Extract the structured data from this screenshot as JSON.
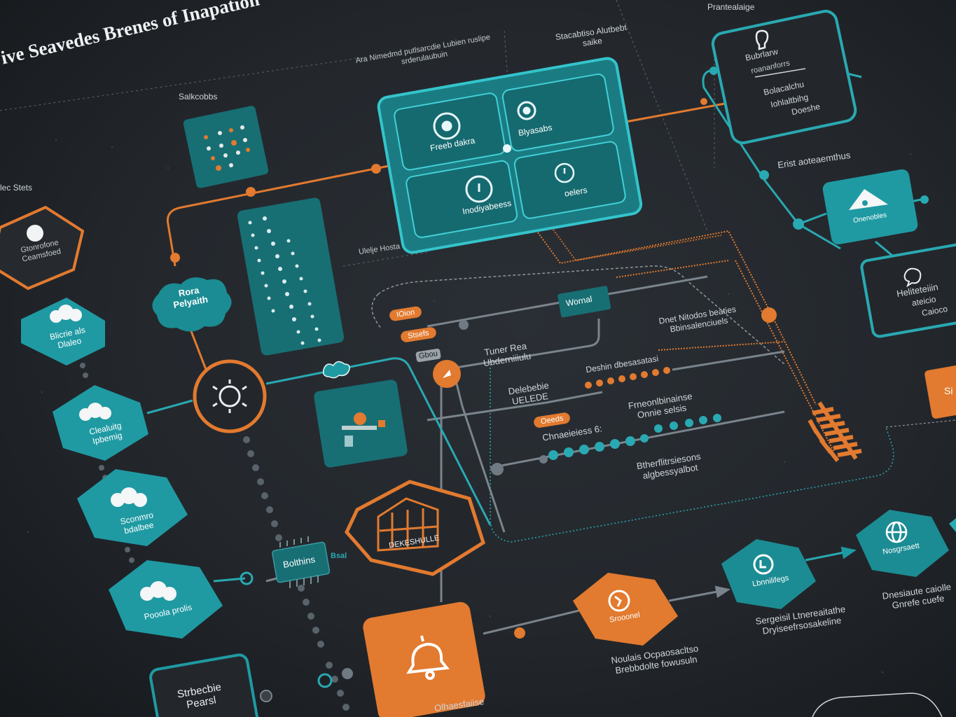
{
  "title": "ive Seavedes Brenes of Inapation",
  "colors": {
    "background": "#23272c",
    "teal": "#1f9aa3",
    "teal_dark": "#176f74",
    "orange": "#e27a2f",
    "grid": "#6d767d"
  },
  "header_labels": {
    "top_right": "Prantealaige",
    "top_center": "Stacabtiso Alutbebt saike",
    "top_left_caption": "Ara Nimedmd putlsarcdie Lubien ruslipe srderulaubuin",
    "samples_label": "Salkcobbs",
    "left_label": "lec Stets",
    "mid_dashed_label": "Ulelje Hosta",
    "right_section": "Erist aoteaemthus"
  },
  "central_panel": {
    "tiles": [
      {
        "label": "Freeb dakra",
        "icon": "target-icon"
      },
      {
        "label": "Blyasabs",
        "icon": "user-icon"
      },
      {
        "label": "Inodiyabeess",
        "icon": "timer-icon"
      },
      {
        "label": "oelers",
        "icon": "clock-icon"
      }
    ]
  },
  "right_cards": [
    {
      "lines": [
        "Bubrlarw",
        "roananforrs",
        "Bolacalchu",
        "Iohlaltbihg",
        "Doeshe"
      ],
      "icon": "flask-icon"
    },
    {
      "lines": [
        "Onenobles"
      ],
      "icon": "warning-icon"
    },
    {
      "lines": [
        "Heliteteiiin",
        "ateicio",
        "Caioco"
      ],
      "icon": "chat-icon"
    }
  ],
  "left_hexes": [
    {
      "label": "Gtonrofone Ceamsfoed",
      "style": "outline"
    },
    {
      "label": "Blicrie als Dlaleo",
      "style": "teal"
    },
    {
      "label": "Clealuitg Ipbemig",
      "style": "teal"
    },
    {
      "label": "Sconmro bdalbee",
      "style": "teal"
    },
    {
      "label": "Pooola prolis",
      "style": "teal"
    }
  ],
  "left_nodes": {
    "blob": "Rora Pelyaith",
    "bottom_card": "Strbecbie Pearsl",
    "gear_chip": "Bolthins",
    "gear_chip_tag": "Bsal"
  },
  "house_hex": "DEKESHULLE",
  "middle_pills": [
    "IOion",
    "Stsefs",
    "Oeeds"
  ],
  "middle_tags": {
    "chip": "Gbou",
    "wornal": "Wornal"
  },
  "middle_texts": {
    "t1": "Tuner Rea Ubderniiiulu",
    "t2": "Delebebie UELEDE",
    "t3": "Deshin dbesasatasi",
    "t4": "Dnet Nitodos beaties Bbinsalenciuels",
    "t5": "Frneonlbinainse Onnie selsis",
    "t6": "Chnaeieiess 6:",
    "t7": "Btherflitrsiesons algbessyalbot"
  },
  "bottom_flow": [
    {
      "label": "",
      "caption": "Olhaesfaiise",
      "icon": "bell-icon",
      "style": "orange"
    },
    {
      "label": "Srooonel",
      "caption": "Noulais Ocpaosacltso Brebbdolte fowusuln",
      "icon": "hand-icon",
      "style": "orange"
    },
    {
      "label": "Lbnnilifegs",
      "caption": "Sergeisil Ltnereaitathe Dryiseefrsosakeline",
      "icon": "lock-icon",
      "style": "teal"
    },
    {
      "label": "Nosgrsaett",
      "caption": "Dnesiaute caiolle Gnrefe cuefe",
      "icon": "globe-icon",
      "style": "teal"
    }
  ],
  "edge_card": "Si"
}
